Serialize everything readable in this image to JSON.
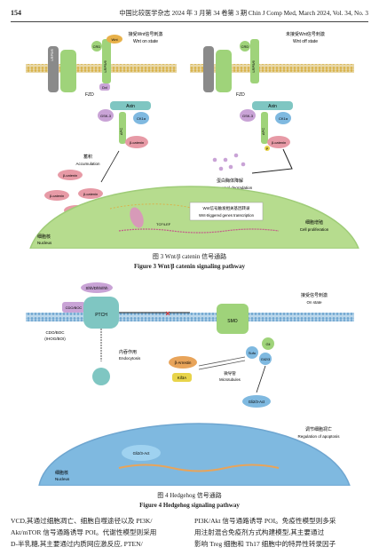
{
  "header": {
    "page_number": "154",
    "journal": "中国比较医学杂志 2024 年 3 月第 34 卷第 3 期   Chin J Comp Med, March 2024, Vol. 34, No. 3"
  },
  "figure3": {
    "wnt_label": "Wnt",
    "on_state_cn": "接受Wnt信号刺激",
    "on_state_en": "Wnt on state",
    "off_state_cn": "未接受Wnt信号刺激",
    "off_state_en": "Wnt off state",
    "receptor_lrp": "LRP5/6",
    "receptor_fzd": "FZD",
    "crd": "CRD",
    "dvl": "Dvl",
    "axin": "Axin",
    "gsk3": "GSK-3",
    "ck1a": "CK1α",
    "apc": "APC",
    "beta_catenin": "β-catenin",
    "p": "P",
    "accum_cn": "蓄积",
    "accum_en": "Accumulation",
    "proteasome_cn": "蛋白酶体降解",
    "proteasome_en": "Proteasomal degradation",
    "tcf_lef": "TCF/LEF",
    "transcription_cn": "Wnt信号触发相关基因转录",
    "transcription_en": "Wnt-triggered genes transcription",
    "nucleus_cn": "细胞核",
    "nucleus_en": "Nucleus",
    "prolif_cn": "细胞增殖",
    "prolif_en": "Cell proliferation",
    "caption_cn": "图 3   Wnt/β catenin 信号通路",
    "caption_en": "Figure 3   Wnt/β catenin signaling pathway"
  },
  "figure4": {
    "ligands": "Shh/Dhh/Ihh",
    "ptch": "PTCH",
    "smo": "SMO",
    "cdo": "CDO/BOC",
    "cdo_sub": "(IHOG/BOI)",
    "endo_cn": "内吞作用",
    "endo_en": "Endocytosis",
    "on_cn": "接受信号刺激",
    "on_en": "On state",
    "sufu": "Sufu",
    "gli": "Gli",
    "gli23": "Gli2/3",
    "barrestin": "β-Arrestin",
    "kif3a": "Kif3A",
    "microtub_cn": "微导管",
    "microtub_en": "Microtubules",
    "gli_act": "Gli2/3-Act",
    "apop_cn": "调节细胞凋亡",
    "apop_en": "Regulation of apoptosis",
    "nucleus_cn": "细胞核",
    "nucleus_en": "Nucleus",
    "caption_cn": "图 4   Hedgehog 信号通路",
    "caption_en": "Figure 4   Hedgehog signaling pathway"
  },
  "body": {
    "left_lines": [
      "VCD,其通过细胞凋亡、细胞自噬途径以及 PI3K/",
      "Akt/mTOR 信号通路诱导 POI。代谢性模型则采用",
      "D-半乳糖,其主要通过内质网应激反应, PTEN/"
    ],
    "right_lines": [
      "PI3K/Akt 信号通路诱导 POI。免疫性模型则多采",
      "用注射混合免疫剂方式构建模型,其主要通过",
      "影响 Treg 细胞和 Th17 细胞中的特异性转录因子"
    ]
  }
}
